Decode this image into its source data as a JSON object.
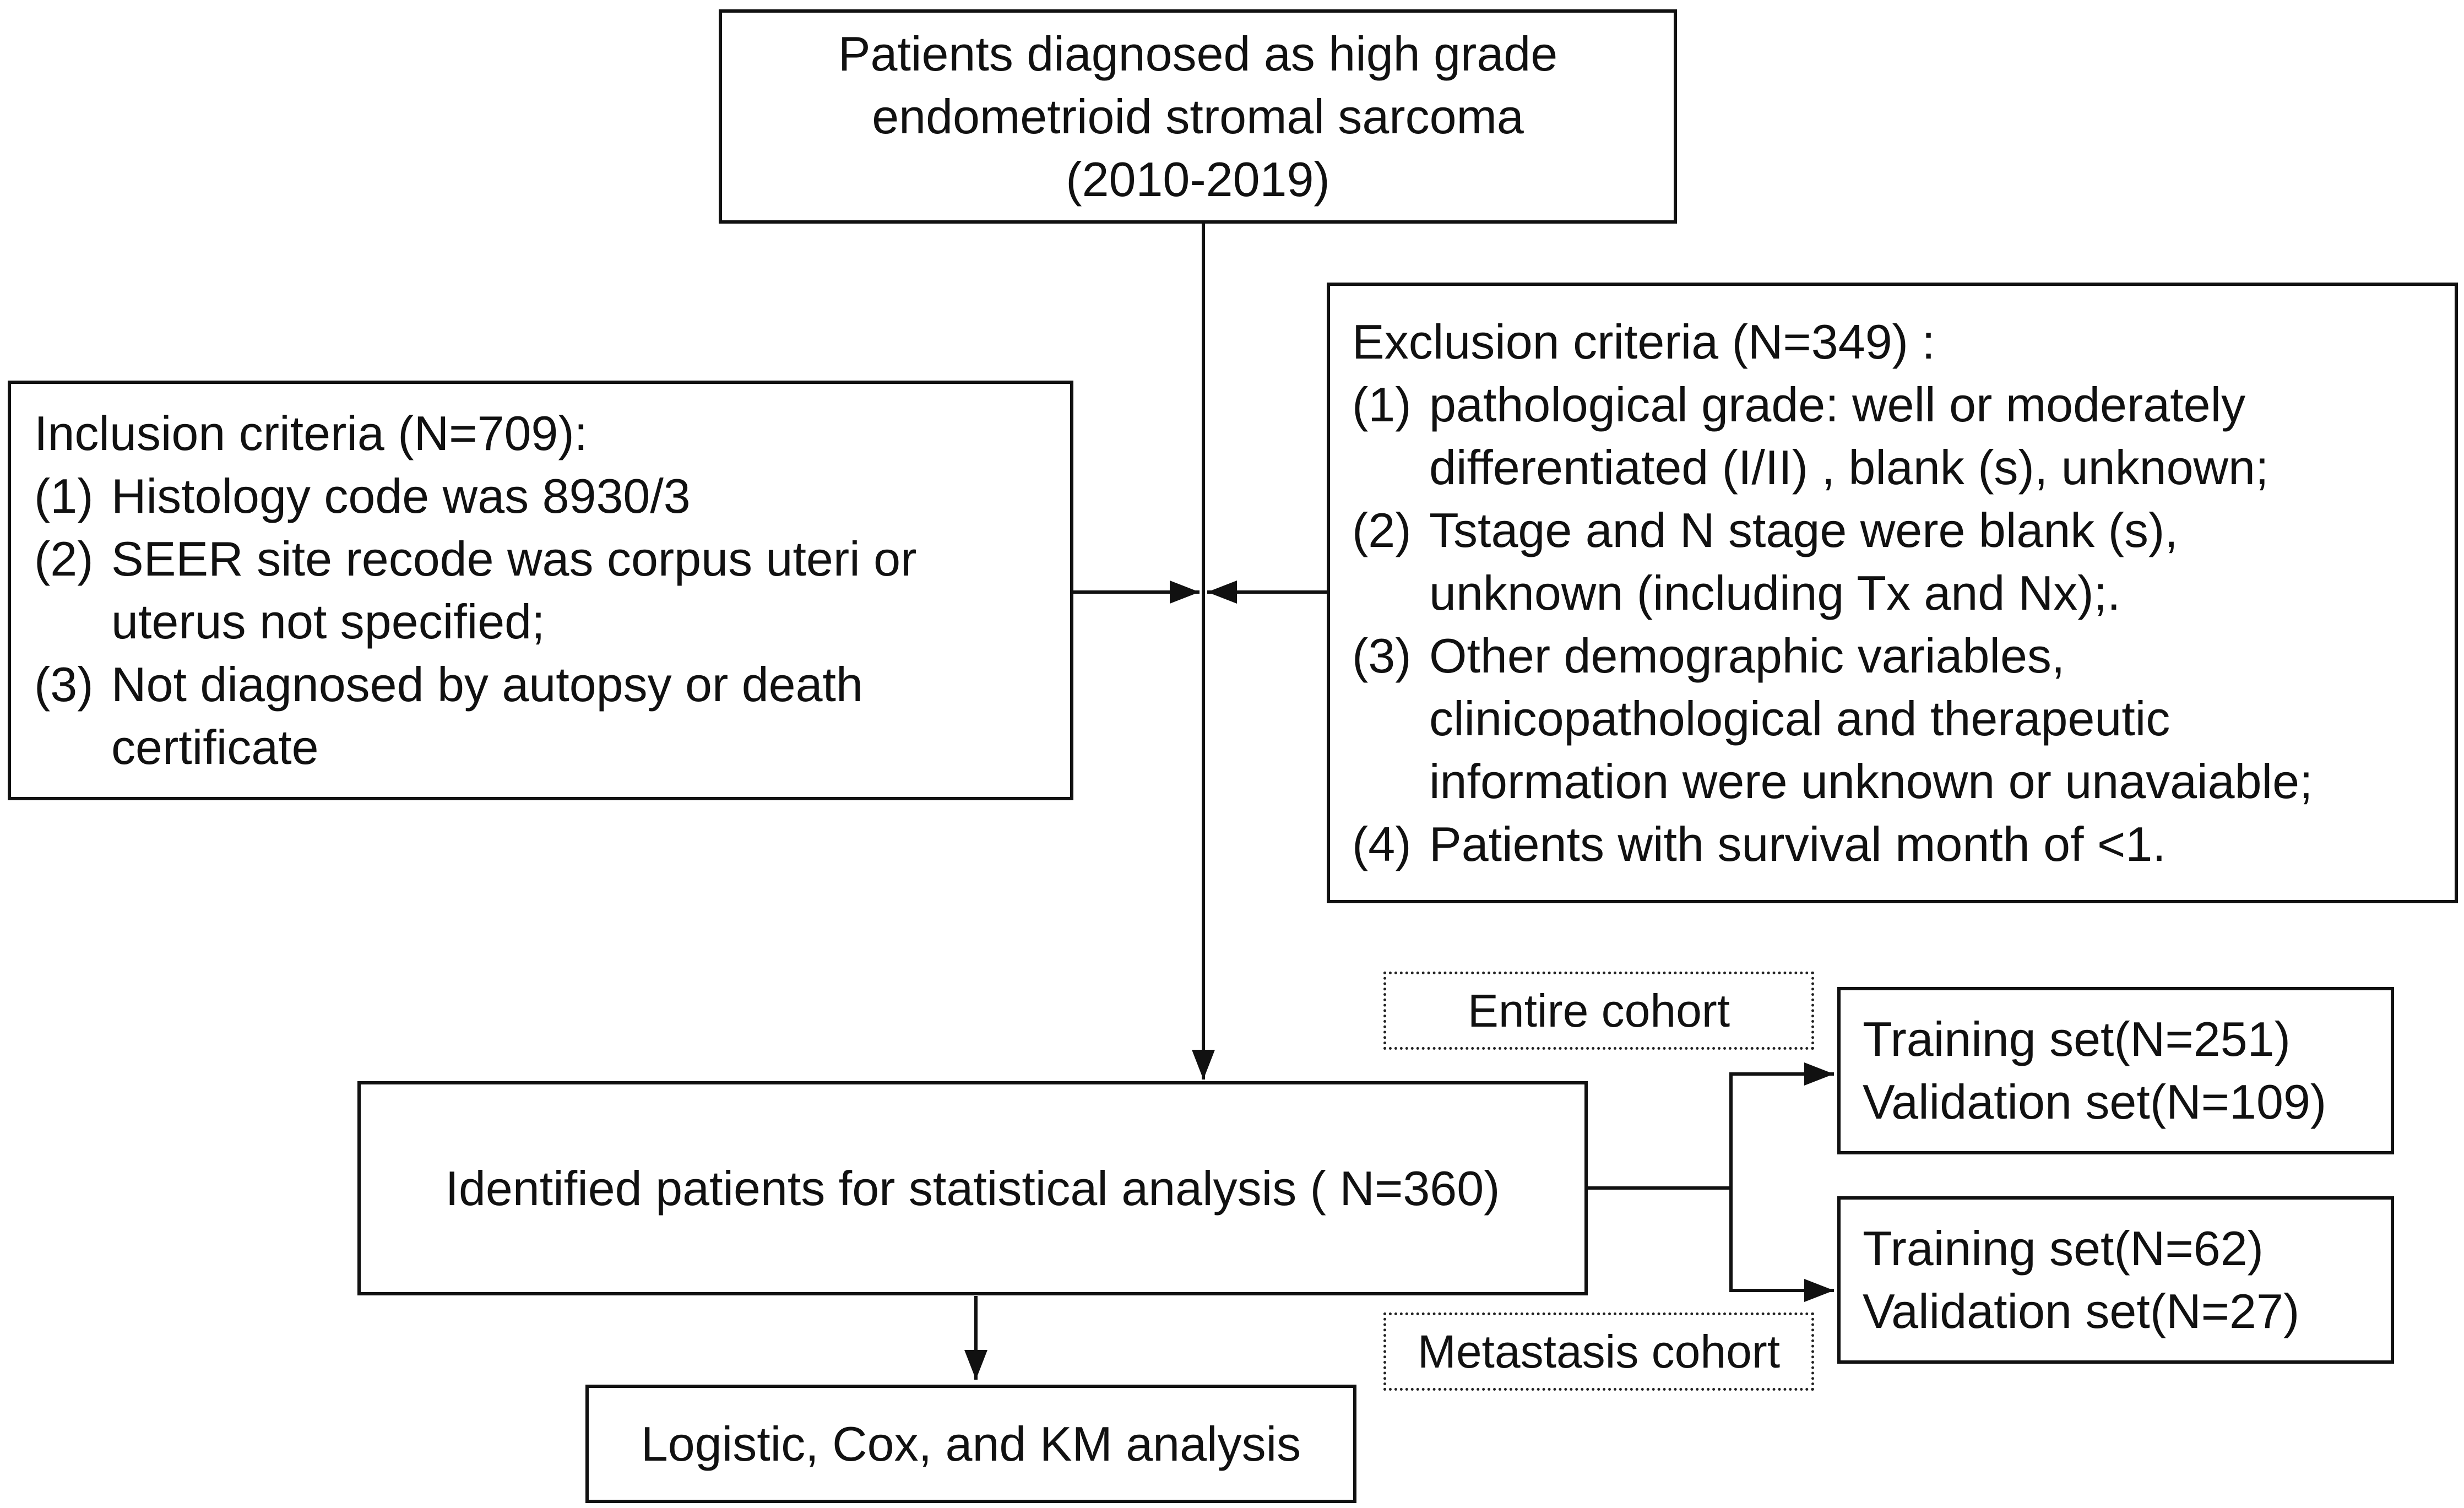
{
  "top_box": {
    "lines": [
      "Patients diagnosed as high grade",
      "endometrioid stromal sarcoma",
      "(2010-2019)"
    ]
  },
  "inclusion": {
    "title": "Inclusion criteria (N=709):",
    "items": [
      {
        "num": "(1)",
        "lines": [
          "Histology code was 8930/3"
        ]
      },
      {
        "num": "(2)",
        "lines": [
          "SEER site recode was corpus uteri or",
          "uterus not specified;"
        ]
      },
      {
        "num": "(3)",
        "lines": [
          "Not diagnosed by autopsy or death",
          "certificate"
        ]
      }
    ]
  },
  "exclusion": {
    "title": "Exclusion criteria (N=349) :",
    "items": [
      {
        "num": "(1)",
        "lines": [
          "pathological grade: well or moderately",
          "differentiated (I/II) , blank (s), unknown;"
        ]
      },
      {
        "num": "(2)",
        "lines": [
          "Tstage and N stage were blank (s),",
          "unknown (including Tx and Nx);."
        ]
      },
      {
        "num": "(3)",
        "lines": [
          "Other demographic variables,",
          "clinicopathological and therapeutic",
          "information were unknown or unavaiable;"
        ]
      },
      {
        "num": "(4)",
        "lines": [
          "Patients with survival month of <1."
        ]
      }
    ]
  },
  "identified_box": {
    "text": "Identified patients for statistical analysis ( N=360)"
  },
  "analysis_box": {
    "text": "Logistic, Cox, and KM analysis"
  },
  "entire_cohort": {
    "label": "Entire cohort",
    "lines": [
      "Training set(N=251)",
      "Validation set(N=109)"
    ]
  },
  "metastasis_cohort": {
    "label": "Metastasis cohort",
    "lines": [
      "Training set(N=62)",
      "Validation set(N=27)"
    ]
  },
  "colors": {
    "stroke": "#111111",
    "background": "#ffffff"
  }
}
